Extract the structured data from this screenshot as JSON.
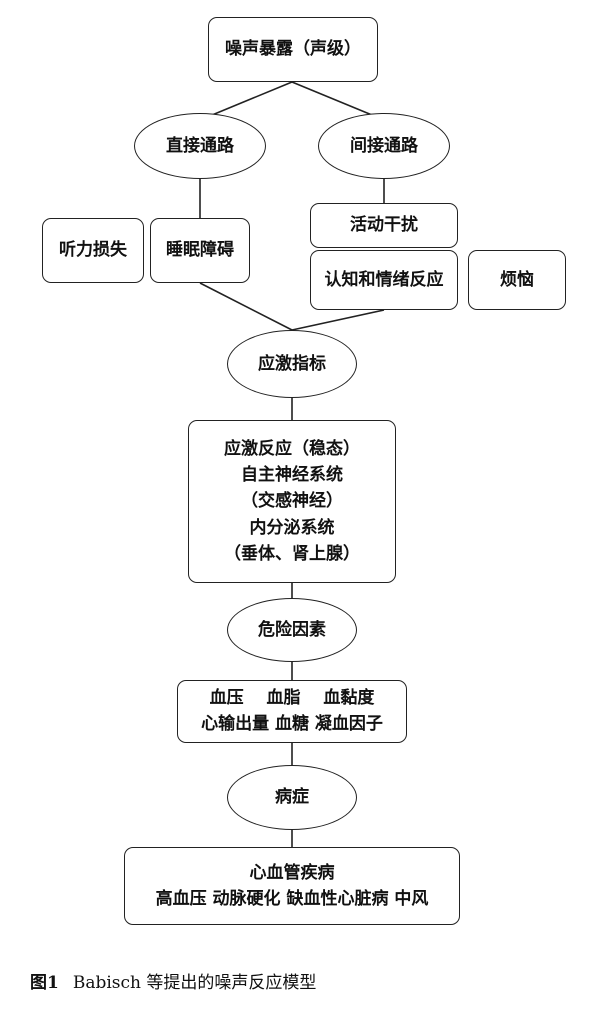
{
  "nodes": {
    "noise_exposure": "噪声暴露（声级）",
    "direct_pathway": "直接通路",
    "indirect_pathway": "间接通路",
    "hearing_loss": "听力损失",
    "sleep_disorder": "睡眠障碍",
    "activity_interference": "活动干扰",
    "cognitive_emotional": "认知和情绪反应",
    "annoyance": "烦恼",
    "stress_indicators": "应激指标",
    "stress_block": {
      "line1": "应激反应（稳态）",
      "line2": "自主神经系统",
      "line3": "（交感神经）",
      "line4": "内分泌系统",
      "line5": "（垂体、肾上腺）"
    },
    "risk_factors": "危险因素",
    "risk_block": {
      "line1": "血压　 血脂　 血黏度",
      "line2": "心输出量 血糖 凝血因子"
    },
    "disease": "病症",
    "disease_block": {
      "line1": "心血管疾病",
      "line2": "高血压 动脉硬化 缺血性心脏病 中风"
    }
  },
  "caption": {
    "figure_label": "图1",
    "text": "Babisch 等提出的噪声反应模型"
  }
}
